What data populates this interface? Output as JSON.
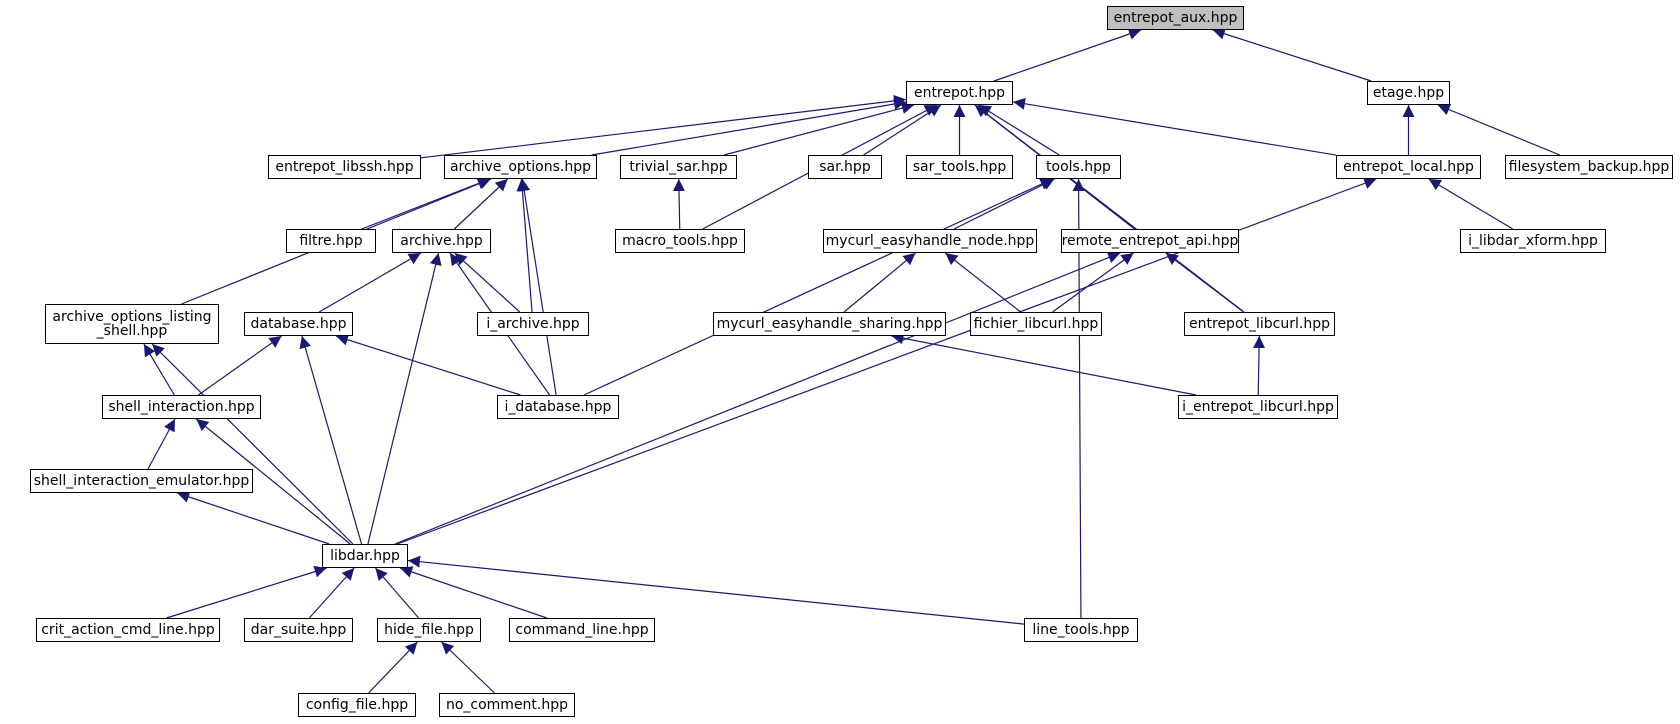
{
  "colors": {
    "edge": "#191970",
    "node_border": "#000000",
    "root_fill": "#bfbfbf",
    "node_fill": "#ffffff"
  },
  "nodes": {
    "entrepot_aux": "entrepot_aux.hpp",
    "entrepot": "entrepot.hpp",
    "etage": "etage.hpp",
    "entrepot_libssh": "entrepot_libssh.hpp",
    "archive_options": "archive_options.hpp",
    "trivial_sar": "trivial_sar.hpp",
    "sar": "sar.hpp",
    "sar_tools": "sar_tools.hpp",
    "tools": "tools.hpp",
    "entrepot_local": "entrepot_local.hpp",
    "filesystem_backup": "filesystem_backup.hpp",
    "filtre": "filtre.hpp",
    "archive": "archive.hpp",
    "macro_tools": "macro_tools.hpp",
    "mycurl_easyhandle_node": "mycurl_easyhandle_node.hpp",
    "remote_entrepot_api": "remote_entrepot_api.hpp",
    "i_libdar_xform": "i_libdar_xform.hpp",
    "archive_options_listing_shell": "archive_options_listing\n_shell.hpp",
    "database": "database.hpp",
    "i_archive": "i_archive.hpp",
    "mycurl_easyhandle_sharing": "mycurl_easyhandle_sharing.hpp",
    "fichier_libcurl": "fichier_libcurl.hpp",
    "entrepot_libcurl": "entrepot_libcurl.hpp",
    "shell_interaction": "shell_interaction.hpp",
    "i_database": "i_database.hpp",
    "i_entrepot_libcurl": "i_entrepot_libcurl.hpp",
    "shell_interaction_emulator": "shell_interaction_emulator.hpp",
    "libdar": "libdar.hpp",
    "crit_action_cmd_line": "crit_action_cmd_line.hpp",
    "dar_suite": "dar_suite.hpp",
    "hide_file": "hide_file.hpp",
    "command_line": "command_line.hpp",
    "line_tools": "line_tools.hpp",
    "config_file": "config_file.hpp",
    "no_comment": "no_comment.hpp"
  },
  "edges": [
    [
      "entrepot",
      "entrepot_aux"
    ],
    [
      "etage",
      "entrepot_aux"
    ],
    [
      "entrepot_libssh",
      "entrepot"
    ],
    [
      "archive_options",
      "entrepot"
    ],
    [
      "trivial_sar",
      "entrepot"
    ],
    [
      "sar",
      "entrepot"
    ],
    [
      "sar_tools",
      "entrepot"
    ],
    [
      "tools",
      "entrepot"
    ],
    [
      "entrepot_local",
      "entrepot"
    ],
    [
      "macro_tools",
      "entrepot"
    ],
    [
      "remote_entrepot_api",
      "entrepot"
    ],
    [
      "entrepot_libcurl",
      "entrepot"
    ],
    [
      "entrepot_local",
      "etage"
    ],
    [
      "filesystem_backup",
      "etage"
    ],
    [
      "archive_options_listing_shell",
      "archive_options"
    ],
    [
      "filtre",
      "archive_options"
    ],
    [
      "archive",
      "archive_options"
    ],
    [
      "i_archive",
      "archive_options"
    ],
    [
      "i_database",
      "archive_options"
    ],
    [
      "macro_tools",
      "trivial_sar"
    ],
    [
      "i_database",
      "tools"
    ],
    [
      "mycurl_easyhandle_node",
      "tools"
    ],
    [
      "line_tools",
      "tools"
    ],
    [
      "libdar",
      "entrepot_local"
    ],
    [
      "i_libdar_xform",
      "entrepot_local"
    ],
    [
      "database",
      "archive"
    ],
    [
      "i_archive",
      "archive"
    ],
    [
      "i_database",
      "archive"
    ],
    [
      "libdar",
      "archive"
    ],
    [
      "mycurl_easyhandle_sharing",
      "mycurl_easyhandle_node"
    ],
    [
      "fichier_libcurl",
      "mycurl_easyhandle_node"
    ],
    [
      "fichier_libcurl",
      "remote_entrepot_api"
    ],
    [
      "entrepot_libcurl",
      "remote_entrepot_api"
    ],
    [
      "libdar",
      "remote_entrepot_api"
    ],
    [
      "shell_interaction",
      "archive_options_listing_shell"
    ],
    [
      "libdar",
      "archive_options_listing_shell"
    ],
    [
      "shell_interaction",
      "database"
    ],
    [
      "i_database",
      "database"
    ],
    [
      "libdar",
      "database"
    ],
    [
      "i_entrepot_libcurl",
      "mycurl_easyhandle_sharing"
    ],
    [
      "i_entrepot_libcurl",
      "entrepot_libcurl"
    ],
    [
      "shell_interaction_emulator",
      "shell_interaction"
    ],
    [
      "libdar",
      "shell_interaction"
    ],
    [
      "libdar",
      "shell_interaction_emulator"
    ],
    [
      "crit_action_cmd_line",
      "libdar"
    ],
    [
      "dar_suite",
      "libdar"
    ],
    [
      "hide_file",
      "libdar"
    ],
    [
      "command_line",
      "libdar"
    ],
    [
      "line_tools",
      "libdar"
    ],
    [
      "config_file",
      "hide_file"
    ],
    [
      "no_comment",
      "hide_file"
    ]
  ]
}
